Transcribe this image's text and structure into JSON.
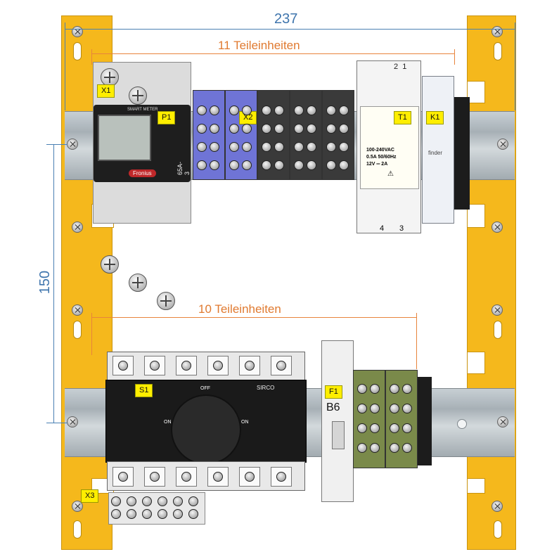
{
  "dimensions": {
    "width_total": "237",
    "height_total": "150",
    "top_row_units": "11 Teileinheiten",
    "bottom_row_units": "10 Teileinheiten"
  },
  "labels": {
    "x1": "X1",
    "p1": "P1",
    "x2": "X2",
    "t1": "T1",
    "k1": "K1",
    "s1": "S1",
    "f1": "F1",
    "x3": "X3"
  },
  "device_text": {
    "meter_header": "SMART METER",
    "meter_rating": "65A-3",
    "meter_brand": "Fronius",
    "psu_terms_top": "2  1",
    "psu_term_left": "4",
    "psu_term_right": "3",
    "psu_spec1": "100-240VAC",
    "psu_spec2": "0.5A  50/60Hz",
    "psu_spec3": "12V ═ 2A",
    "relay_brand": "finder",
    "switch_brand": "SIRCO",
    "switch_off": "OFF",
    "switch_on_left": "ON",
    "switch_on_right": "ON",
    "breaker_rating": "B6"
  },
  "colors": {
    "frame": "#f5b81c",
    "dimension_blue": "#4a80b3",
    "dimension_orange": "#e8843c",
    "label_fill": "#ffee00"
  }
}
